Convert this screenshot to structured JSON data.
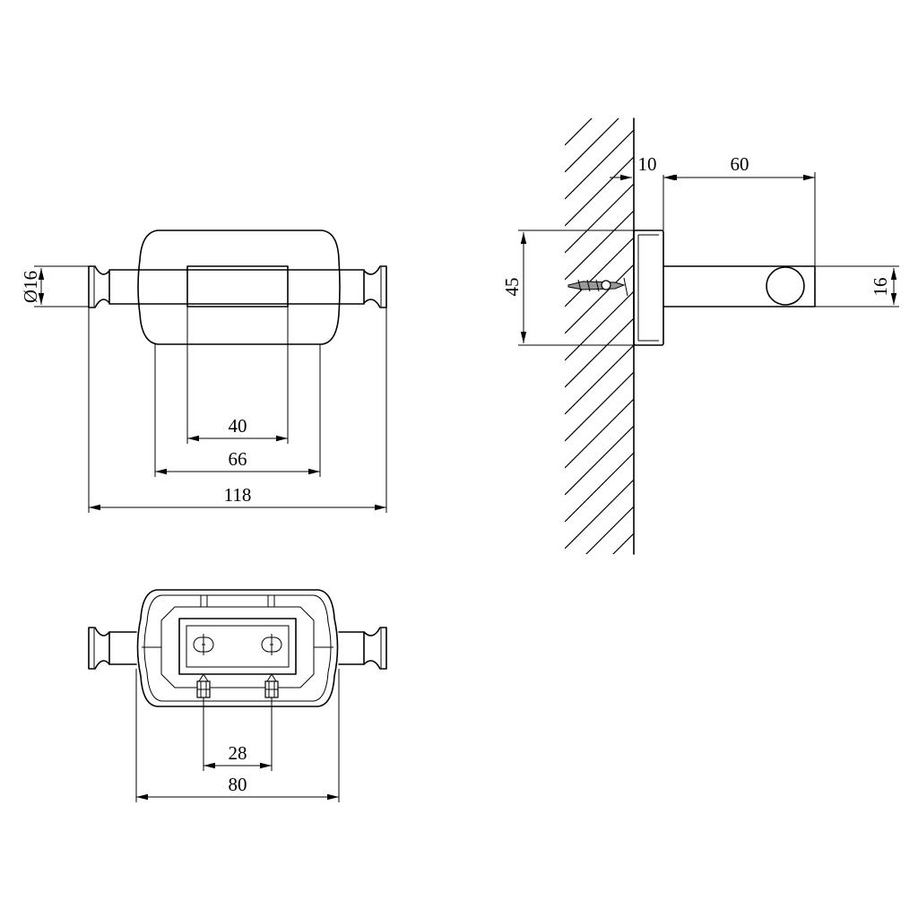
{
  "front_view": {
    "dim_diameter": "Ø16",
    "dim_center_bar": "40",
    "dim_plate_width": "66",
    "dim_overall_width": "118"
  },
  "side_view": {
    "dim_plate_thickness": "10",
    "dim_projection": "60",
    "dim_plate_height": "45",
    "dim_bar_diameter": "16"
  },
  "back_view": {
    "dim_screw_spacing": "28",
    "dim_plate_width": "80"
  }
}
